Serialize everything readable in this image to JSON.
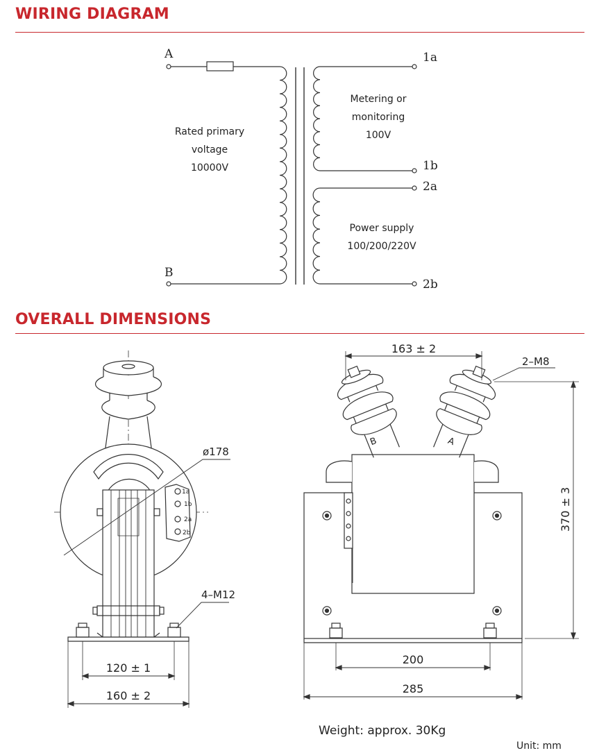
{
  "headings": {
    "wiring": "WIRING DIAGRAM",
    "dimensions": "OVERALL DIMENSIONS"
  },
  "colors": {
    "accent": "#c8272d",
    "line": "#333333"
  },
  "wiring": {
    "terminal_A": "A",
    "terminal_B": "B",
    "terminal_1a": "1a",
    "terminal_1b": "1b",
    "terminal_2a": "2a",
    "terminal_2b": "2b",
    "primary": {
      "line1": "Rated primary",
      "line2": "voltage",
      "line3": "10000V"
    },
    "secondary1": {
      "line1": "Metering or",
      "line2": "monitoring",
      "line3": "100V"
    },
    "secondary2": {
      "line1": "Power supply",
      "line2": "100/200/220V"
    }
  },
  "dimensions": {
    "diameter": "ø178",
    "bolts_base": "4–M12",
    "width_inner": "120 ± 1",
    "width_outer": "160 ± 2",
    "bushing_spacing": "163 ± 2",
    "bushing_thread": "2–M8",
    "height": "370 ± 3",
    "mount_spacing": "200",
    "overall_length": "285",
    "bushing_B": "B",
    "bushing_A": "A",
    "terminals": [
      "1a",
      "1b",
      "2a",
      "2b"
    ]
  },
  "footer": {
    "weight": "Weight: approx. 30Kg",
    "unit": "Unit: mm"
  }
}
